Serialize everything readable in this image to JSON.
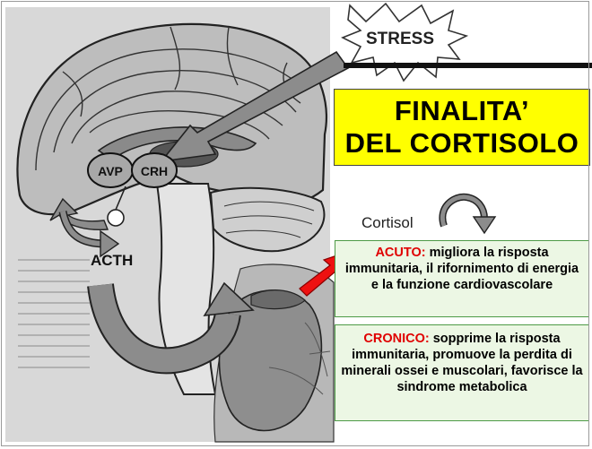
{
  "title": {
    "line1": "FINALITA’",
    "line2": "DEL CORTISOLO"
  },
  "labels": {
    "stress": "STRESS",
    "avp": "AVP",
    "crh": "CRH",
    "acth": "ACTH",
    "cortisol": "Cortisol"
  },
  "acuto": {
    "label": "ACUTO:",
    "text": " migliora la risposta immunitaria, il rifornimento di energia e la funzione cardiovascolare"
  },
  "cronico": {
    "label": "CRONICO:",
    "text": " sopprime la risposta immunitaria, promuove la perdita di minerali ossei e muscolari, favorisce la sindrome metabolica"
  },
  "colors": {
    "title_bg": "#ffff00",
    "box_bg": "#ecf7e4",
    "box_border": "#4d9a46",
    "label_red": "#e00000",
    "arrow_red": "#ee1111"
  }
}
